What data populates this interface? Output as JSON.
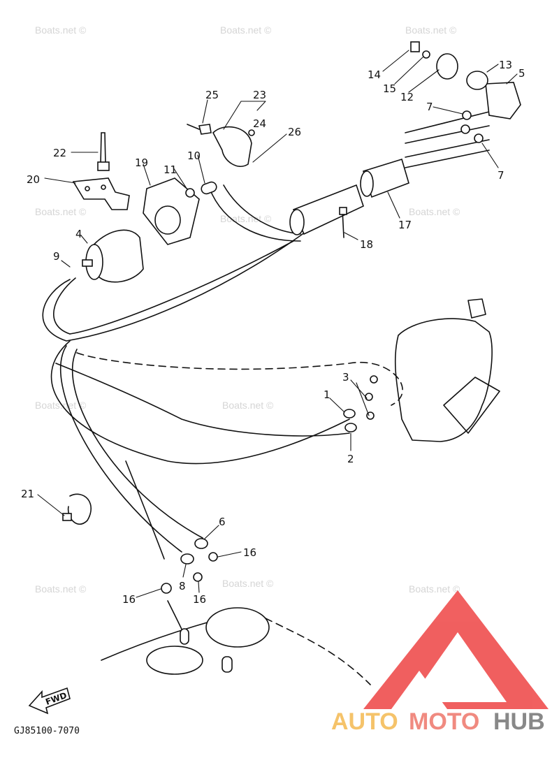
{
  "watermark": "Boats.net ©",
  "drawing_code": "GJ85100-7070",
  "fwd_label": "FWD",
  "logo": {
    "part1": "AUTO",
    "part2": "MOTO",
    "part3": "HUB",
    "color_auto": "#f5c36a",
    "color_moto": "#f08a80",
    "color_hub": "#888888",
    "color_mark": "#ee4444"
  },
  "callouts": {
    "n1": "1",
    "n2": "2",
    "n3": "3",
    "n4": "4",
    "n5": "5",
    "n6": "6",
    "n7a": "7",
    "n7b": "7",
    "n8": "8",
    "n9": "9",
    "n10": "10",
    "n11": "11",
    "n12": "12",
    "n13": "13",
    "n14": "14",
    "n15": "15",
    "n16a": "16",
    "n16b": "16",
    "n16c": "16",
    "n17": "17",
    "n18": "18",
    "n19": "19",
    "n20": "20",
    "n21": "21",
    "n22": "22",
    "n23": "23",
    "n24": "24",
    "n25": "25",
    "n26": "26"
  }
}
